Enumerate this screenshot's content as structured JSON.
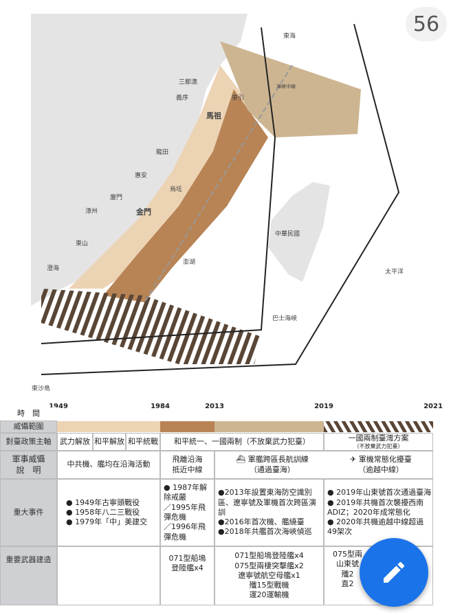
{
  "page_badge": "56",
  "map": {
    "labels": {
      "east_sea": "東海",
      "strait_median": "海峽中線",
      "sandu": "三都澳",
      "yixu": "義序",
      "dongyin": "東引",
      "matsu": "馬祖",
      "longtian": "龍田",
      "huian": "惠安",
      "wuqiu": "烏坵",
      "xiamen": "廈門",
      "zhangzhou": "漳州",
      "kinmen": "金門",
      "dongshan": "東山",
      "chenghai": "澄海",
      "penghu": "澎湖",
      "roc": "中華民國",
      "pacific": "太平洋",
      "bashi": "巴士海峽",
      "pratas": "東沙島"
    },
    "colors": {
      "zone_1949": "#ecd3b4",
      "zone_1984": "#b88455",
      "zone_2013": "#cdb592",
      "stripe": "#5a4636",
      "land": "#e4e4e4"
    }
  },
  "table": {
    "years": [
      "1949",
      "1984",
      "2013",
      "2019",
      "2021"
    ],
    "row_labels": {
      "time": "時　間",
      "range": "威懾範圍",
      "policy": "對臺政策主軸",
      "threat": "軍事威懾說　明",
      "events": "重大事件",
      "weapons": "重要武器建造"
    },
    "policy": [
      "武力解放",
      "和平解放",
      "和平統戰",
      "和平統一、一國兩制（不放棄武力犯臺）",
      "一國兩制臺灣方案",
      "（不放棄武力犯臺）"
    ],
    "threat": [
      "中共機、艦均在沿海活動",
      "飛離沿海抵近中線",
      "軍艦跨區長航訓練",
      "（通過臺海）",
      "軍機常態化擾臺",
      "（逾越中線）"
    ],
    "events": [
      [
        "● 1949年古寧頭戰役",
        "● 1958年八二三戰役",
        "● 1979年「中」美建交"
      ],
      [
        "● 1987年解除戒嚴",
        "／1995年飛彈危機",
        "／1996年飛彈危機"
      ],
      [
        "●2013年設置東海防空識別區、遼寧號及軍機首次跨區演訓",
        "●2016年首次機、艦繞臺",
        "●2018年共艦首次海峽偵巡"
      ],
      [
        "● 2019年山東號首次通過臺海",
        "● 2019年共機首次襲擾西南ADIZ；2020年成常態化",
        "● 2020年共機逾越中線超過49架次"
      ]
    ],
    "weapons": [
      [
        "071型船塢",
        "登陸艦x4"
      ],
      [
        "071型船塢登陸艦x4",
        "075型兩棲突擊艦x2",
        "遼寧號航空母艦x1",
        "殲15型戰機",
        "運20運輸機"
      ],
      [
        "075型兩",
        "山東號",
        "殲2",
        "直2"
      ]
    ]
  },
  "fab": {
    "icon": "pencil-icon",
    "color": "#1a73e8"
  }
}
